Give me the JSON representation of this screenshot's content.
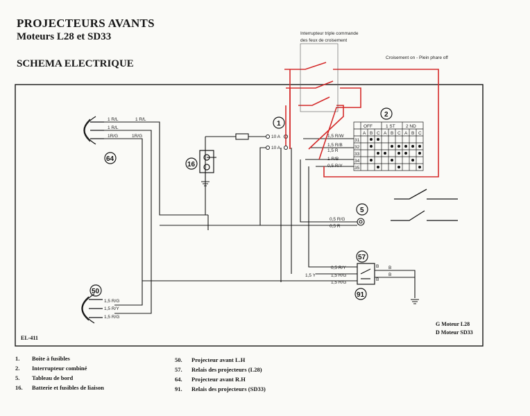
{
  "header": {
    "title": "PROJECTEURS AVANTS",
    "subtitle": "Moteurs L28 et SD33",
    "section": "SCHEMA ELECTRIQUE"
  },
  "annotations": {
    "switch_note_line1": "Interrupteur triple commande",
    "switch_note_line2": "des feux de croisement",
    "croisement_note": "Croisement on - Plein phare off"
  },
  "diagram": {
    "code": "EL-411",
    "motor_g": "G Moteur L28",
    "motor_d": "D Moteur SD33",
    "component_numbers": {
      "c1": "1",
      "c2": "2",
      "c5": "5",
      "c16": "16",
      "c50": "50",
      "c57": "57",
      "c64": "64",
      "c91": "91"
    },
    "wire_labels": {
      "w1": "1 R/L",
      "w2": "1 R/L",
      "w3": "1 R/L",
      "w4": "1R/G",
      "w5": "1R/G",
      "w6": "1,5 R/W",
      "w7": "1,5 R/B",
      "w8": "1,5 R",
      "w9": "1 R/B",
      "w10": "0,5 R/Y",
      "w11": "0,5 R/G",
      "w12": "0,5 R",
      "w13": "0,5 R/Y",
      "w14": "1,5 Y",
      "w15": "1,5 R/G",
      "w16": "1,5 R/G",
      "w17": "1,5 R/G",
      "w18": "1,5 R/Y",
      "w19": "1,5 R/G",
      "fuse1": "10 A",
      "fuse2": "10 A",
      "b1": "B",
      "b2": "B",
      "b3": "B",
      "b4": "B"
    },
    "table_headers": [
      "OFF",
      "1 ST",
      "2 ND"
    ],
    "table_cols": [
      "A",
      "B",
      "C",
      "A",
      "B",
      "C",
      "A",
      "B",
      "C"
    ],
    "table_rows": [
      "31",
      "32",
      "33",
      "34",
      "35"
    ]
  },
  "legend": {
    "left": [
      {
        "n": "1.",
        "label": "Boite à fusibles"
      },
      {
        "n": "2.",
        "label": "Interrupteur combiné"
      },
      {
        "n": "5.",
        "label": "Tableau de bord"
      },
      {
        "n": "16.",
        "label": "Batterie et fusibles de liaison"
      }
    ],
    "right": [
      {
        "n": "50.",
        "label": "Projecteur avant L.H"
      },
      {
        "n": "57.",
        "label": "Relais des projecteurs (L28)"
      },
      {
        "n": "64.",
        "label": "Projecteur avant R.H"
      },
      {
        "n": "91.",
        "label": "Relais des projecteurs (SD33)"
      }
    ]
  },
  "colors": {
    "ink": "#151515",
    "redline": "#d42a2a",
    "paper": "#fafaf7"
  }
}
